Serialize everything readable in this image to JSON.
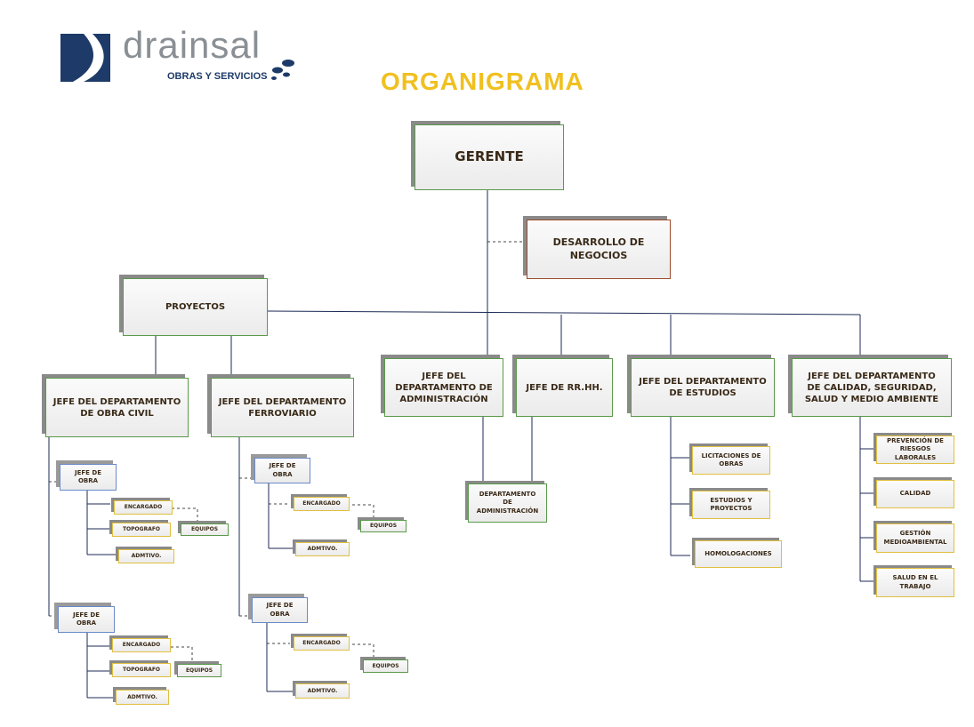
{
  "logo": {
    "name": "drainsal",
    "tagline": "OBRAS Y SERVICIOS"
  },
  "title": "ORGANIGRAMA",
  "nodes": {
    "gerente": "GERENTE",
    "desarrollo": "DESARROLLO DE\nNEGOCIOS",
    "proyectos": "PROYECTOS",
    "jefe_obra_civil": "JEFE DEL DEPARTAMENTO\nDE OBRA CIVIL",
    "jefe_ferroviario": "JEFE DEL DEPARTAMENTO\nFERROVIARIO",
    "jefe_administracion": "JEFE DEL\nDEPARTAMENTO DE\nADMINISTRACIÓN",
    "jefe_rrhh": "JEFE DE RR.HH.",
    "jefe_estudios": "JEFE DEL DEPARTAMENTO\nDE ESTUDIOS",
    "jefe_calidad": "JEFE DEL DEPARTAMENTO\nDE CALIDAD, SEGURIDAD,\nSALUD Y MEDIO AMBIENTE",
    "depto_administracion": "DEPARTAMENTO\nDE\nADMINISTRACIÓN",
    "licitaciones": "LICITACIONES DE\nOBRAS",
    "estudios_proyectos": "ESTUDIOS Y\nPROYECTOS",
    "homologaciones": "HOMOLOGACIONES",
    "prevencion": "PREVENCIÓN DE\nRIESGOS\nLABORALES",
    "calidad": "CALIDAD",
    "gestion": "GESTIÓN\nMEDIOAMBIENTAL",
    "salud": "SALUD EN EL\nTRABAJO"
  },
  "obra_group": {
    "jefe_obra": "JEFE DE\nOBRA",
    "encargado": "ENCARGADO",
    "topografo": "TOPOGRAFO",
    "admtivo": "ADMTIVO.",
    "equipos": "EQUIPOS"
  },
  "colors": {
    "title": "#f0c020",
    "logo_blue": "#1d3a68",
    "logo_grey": "#8a8f94"
  }
}
